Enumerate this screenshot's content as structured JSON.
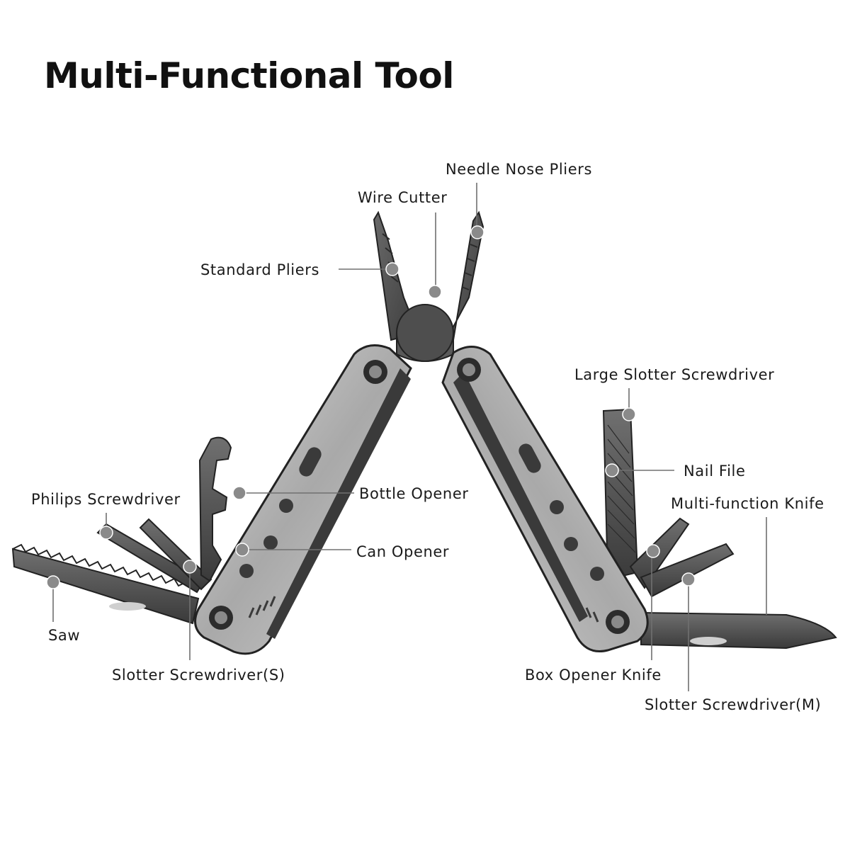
{
  "title": "Multi-Functional Tool",
  "colors": {
    "background": "#ffffff",
    "text": "#1a1a1a",
    "leader_line": "#707070",
    "marker": "#8a8a8a",
    "steel_dark": "#4a4a4a",
    "steel_light": "#c9c9c9"
  },
  "labels": {
    "needle_nose_pliers": "Needle Nose Pliers",
    "wire_cutter": "Wire Cutter",
    "standard_pliers": "Standard Pliers",
    "large_slotter_screwdriver": "Large Slotter Screwdriver",
    "nail_file": "Nail File",
    "multi_function_knife": "Multi-function Knife",
    "philips_screwdriver": "Philips Screwdriver",
    "bottle_opener": "Bottle Opener",
    "can_opener": "Can Opener",
    "saw": "Saw",
    "slotter_screwdriver_s": "Slotter Screwdriver(S)",
    "box_opener_knife": "Box Opener Knife",
    "slotter_screwdriver_m": "Slotter Screwdriver(M)"
  }
}
